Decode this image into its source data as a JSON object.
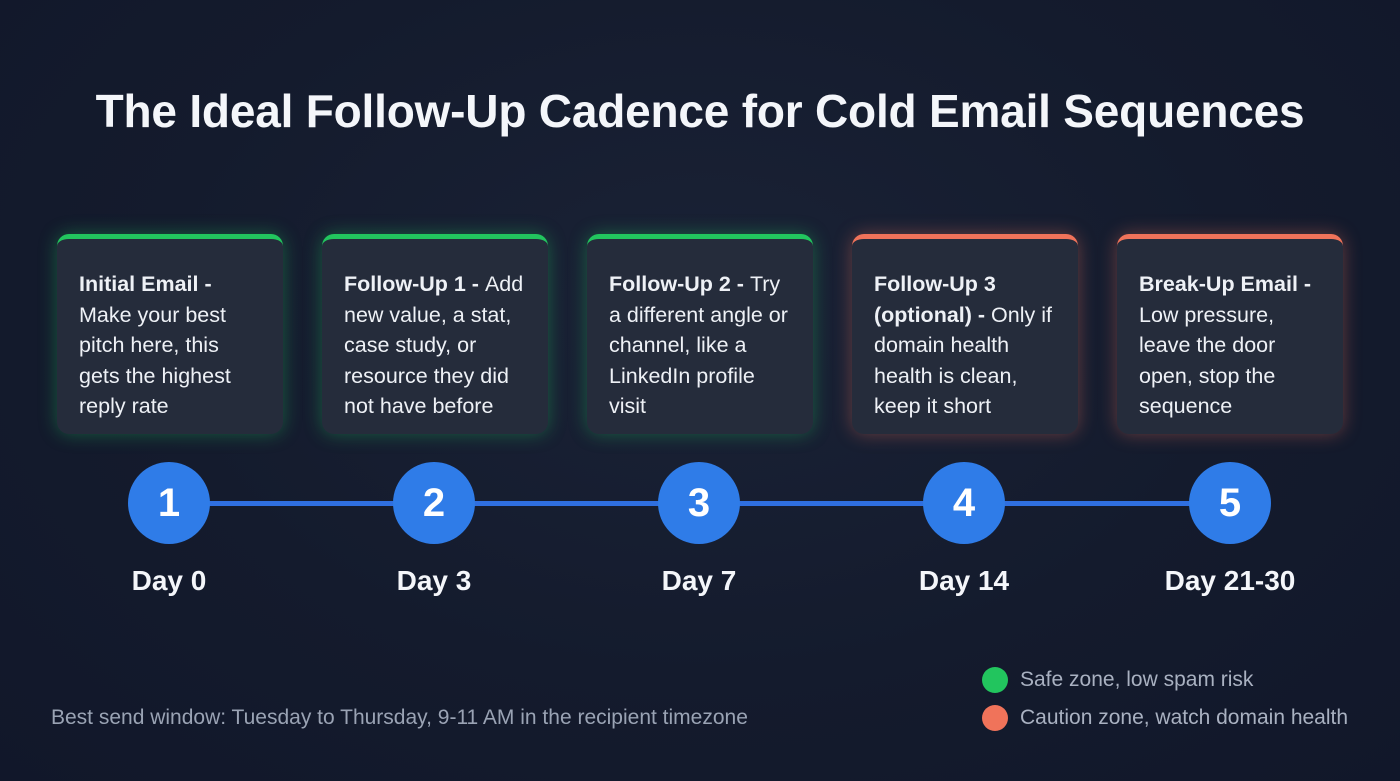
{
  "title": "The Ideal Follow-Up Cadence for Cold Email Sequences",
  "colors": {
    "safe": "#22c55e",
    "caution": "#f0735a",
    "node": "#2f7ce8",
    "line": "#2f6fe0",
    "background": "#141b2d",
    "card": "#252c3b"
  },
  "steps": [
    {
      "number": "1",
      "day": "Day 0",
      "heading": "Initial Email -",
      "body": "Make your best pitch here, this gets the highest reply rate",
      "zone": "safe"
    },
    {
      "number": "2",
      "day": "Day 3",
      "heading": "Follow-Up 1 -",
      "body": "Add new value, a stat, case study, or resource they did not have before",
      "zone": "safe"
    },
    {
      "number": "3",
      "day": "Day 7",
      "heading": "Follow-Up 2 -",
      "body": "Try a different angle or channel, like a LinkedIn profile visit",
      "zone": "safe"
    },
    {
      "number": "4",
      "day": "Day 14",
      "heading": "Follow-Up 3 (optional) -",
      "body": "Only if domain health health is clean, keep it short",
      "zone": "caution"
    },
    {
      "number": "5",
      "day": "Day 21-30",
      "heading": "Break-Up Email -",
      "body": "Low pressure, leave the door open, stop the sequence",
      "zone": "caution"
    }
  ],
  "footnote": "Best send window: Tuesday to Thursday, 9-11 AM in the recipient timezone",
  "legend": [
    {
      "label": "Safe zone, low spam risk",
      "color": "#22c55e"
    },
    {
      "label": "Caution zone, watch domain health",
      "color": "#f0735a"
    }
  ]
}
